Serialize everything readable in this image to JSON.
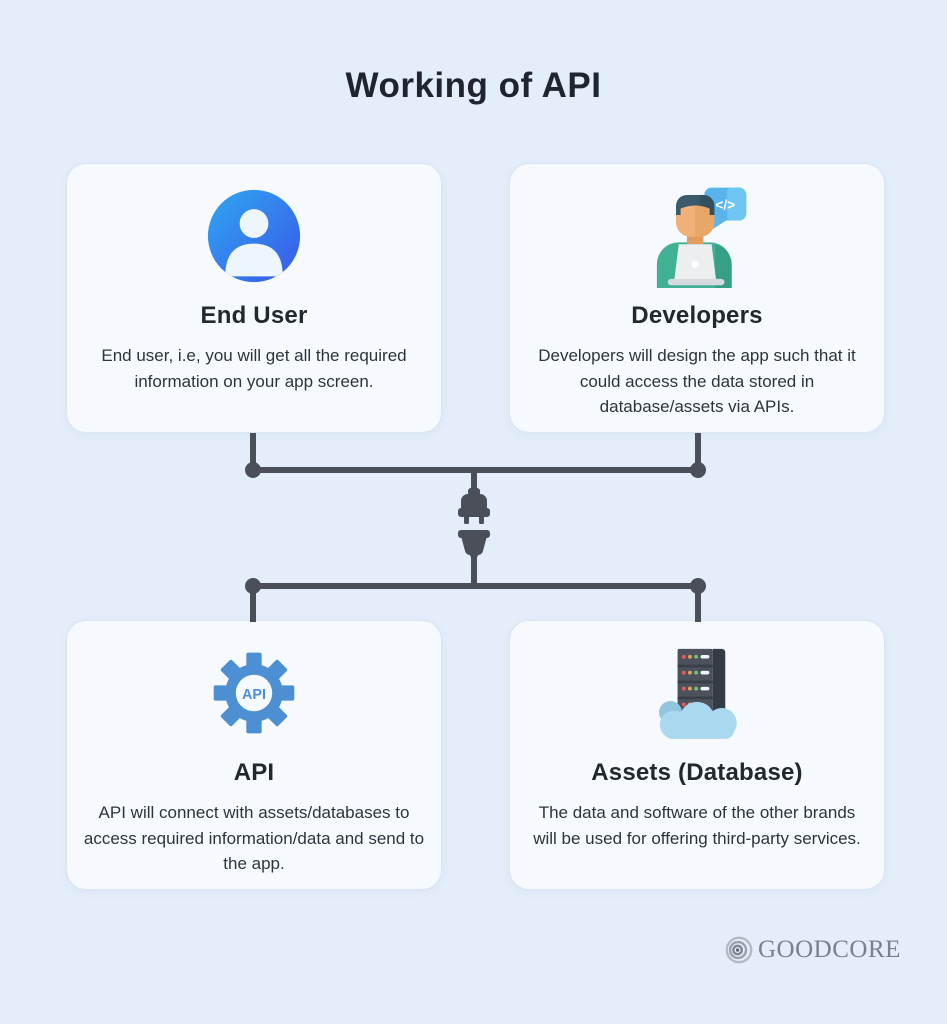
{
  "page": {
    "title": "Working of API",
    "background_color": "#e4eefa",
    "card_background": "#f6fafe",
    "connector_color": "#4a4f59",
    "accent_blue": "#4c8fd2"
  },
  "cards": [
    {
      "id": "end-user",
      "icon": "user-avatar-icon",
      "heading": "End User",
      "body": "End user, i.e, you will get all the required information on your app screen."
    },
    {
      "id": "developers",
      "icon": "developer-icon",
      "heading": "Developers",
      "body": "Developers will design the app such that it could access the data stored in database/assets via APIs."
    },
    {
      "id": "api",
      "icon": "api-gear-icon",
      "heading": "API",
      "body": "API will connect with assets/databases to access required information/data and send to the app."
    },
    {
      "id": "assets-database",
      "icon": "server-cloud-icon",
      "heading": "Assets (Database)",
      "body": "The data and software of the other brands will be used for offering third-party services."
    }
  ],
  "icons": {
    "api_gear_label": "API",
    "code_bubble_glyph": "</>"
  },
  "footer": {
    "logo_text": "GOODCORE"
  }
}
